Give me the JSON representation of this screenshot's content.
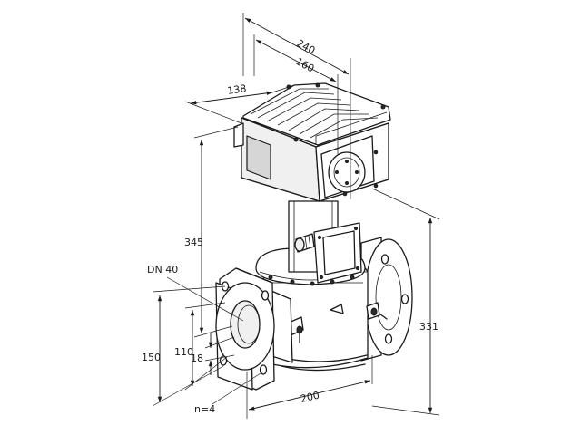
{
  "labels": {
    "dim_240": "240",
    "dim_160": "160",
    "dim_138": "138",
    "dim_345": "345",
    "dim_331": "331",
    "dim_150": "150",
    "dim_110": "110",
    "dim_18": "18",
    "dim_200": "200",
    "dn": "DN 40",
    "bolts": "n=4"
  }
}
